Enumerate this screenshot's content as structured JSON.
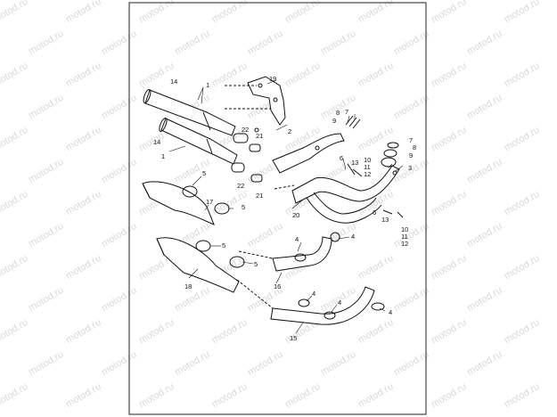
{
  "watermark": "motod.ru",
  "callouts": {
    "c1a": "1",
    "c1b": "1",
    "c2": "2",
    "c3": "3",
    "c4a": "4",
    "c4b": "4",
    "c4c": "4",
    "c4d": "4",
    "c4e": "4",
    "c5a": "5",
    "c5b": "5",
    "c5c": "5",
    "c5d": "5",
    "c6a": "6",
    "c6b": "6",
    "c7a": "7",
    "c7b": "7",
    "c8a": "8",
    "c8b": "8",
    "c9a": "9",
    "c9b": "9",
    "c10a": "10",
    "c10b": "10",
    "c11a": "11",
    "c11b": "11",
    "c12a": "12",
    "c12b": "12",
    "c13a": "13",
    "c13b": "13",
    "c14a": "14",
    "c14b": "14",
    "c15": "15",
    "c16": "16",
    "c17": "17",
    "c18": "18",
    "c19": "19",
    "c20": "20",
    "c21a": "21",
    "c21b": "21",
    "c22a": "22",
    "c22b": "22"
  }
}
